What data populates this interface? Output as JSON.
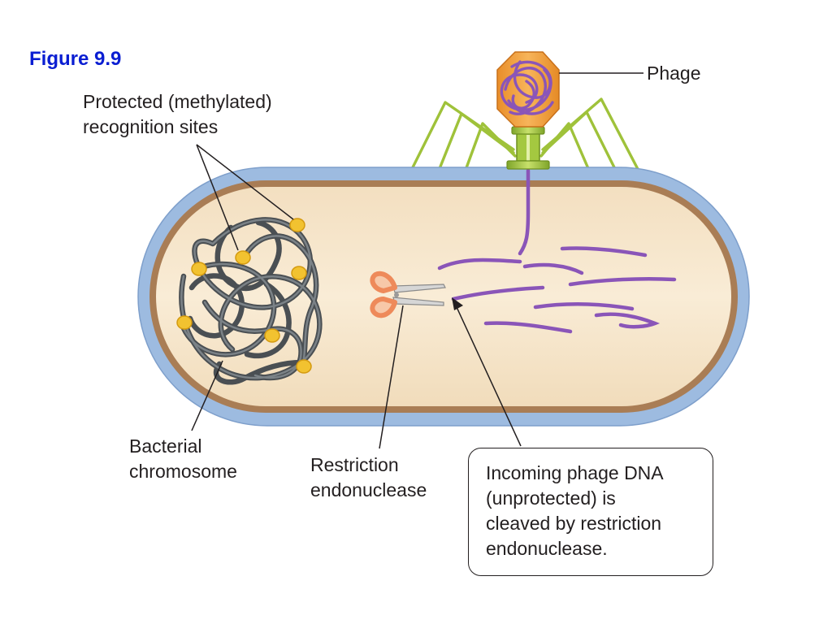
{
  "figure": {
    "title": "Figure 9.9",
    "title_color": "#0a1ed2"
  },
  "labels": {
    "protected_sites": [
      "Protected (methylated)",
      "recognition sites"
    ],
    "phage": "Phage",
    "chromosome": [
      "Bacterial",
      "chromosome"
    ],
    "restriction": [
      "Restriction",
      "endonuclease"
    ],
    "callout": [
      "Incoming phage DNA",
      "(unprotected) is",
      "cleaved by restriction",
      "endonuclease."
    ]
  },
  "colors": {
    "cell_wall": "#9dbbe0",
    "cell_membrane": "#a97d55",
    "cytoplasm": "#f6e6cc",
    "chromosome": "#5f6468",
    "methylation_sites": "#f2c230",
    "phage_head": "#f2a23a",
    "phage_dna": "#8a55b8",
    "phage_tail_fibers": "#9fc23a",
    "scissors_handles": "#ee8a5a",
    "label_text": "#231f20"
  },
  "icons": {
    "scissors": "scissors-icon"
  }
}
